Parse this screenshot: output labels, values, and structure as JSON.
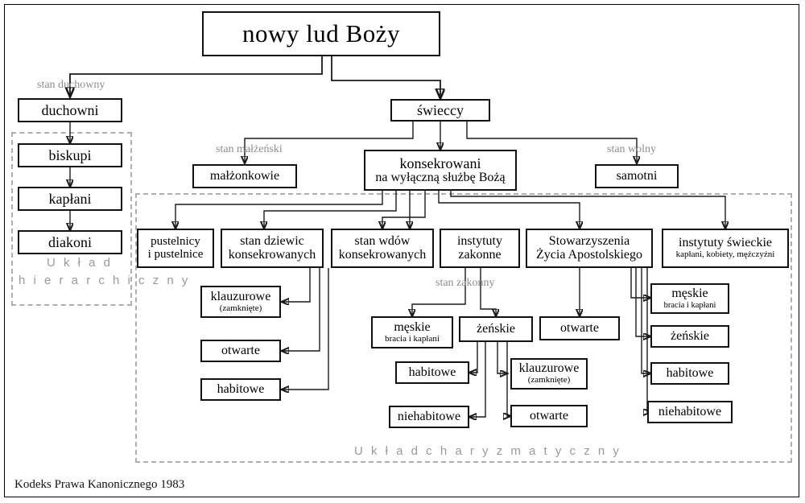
{
  "diagram": {
    "title": "nowy lud Boży",
    "footer": "Kodeks Prawa Kanonicznego 1983",
    "zones": [
      {
        "id": "hierarchiczny",
        "label_line1": "U k ł a d",
        "label_line2": "h i e r a r c h i c z n y"
      },
      {
        "id": "charyzmatyczny",
        "label": "U k ł a d   c h a r y z m a t y c z n y"
      }
    ],
    "edge_labels": [
      {
        "id": "stan-duchowny",
        "text": "stan duchowny"
      },
      {
        "id": "stan-malzenski",
        "text": "stan małżeński"
      },
      {
        "id": "stan-wolny",
        "text": "stan wolny"
      },
      {
        "id": "stan-zakonny",
        "text": "stan zakonny"
      }
    ],
    "nodes": {
      "root": {
        "line1": "nowy lud Boży"
      },
      "duchowni": {
        "line1": "duchowni"
      },
      "biskupi": {
        "line1": "biskupi"
      },
      "kaplani": {
        "line1": "kapłani"
      },
      "diakoni": {
        "line1": "diakoni"
      },
      "swieccy": {
        "line1": "świeccy"
      },
      "malzonkowie": {
        "line1": "małżonkowie"
      },
      "konsekrowani": {
        "line1": "konsekrowani",
        "line2": "na wyłączną służbę Bożą"
      },
      "samotni": {
        "line1": "samotni"
      },
      "pustelnicy": {
        "line1": "pustelnicy",
        "line2": "i pustelnice"
      },
      "dziewice": {
        "line1": "stan dziewic",
        "line2": "konsekrowanych"
      },
      "wdowy": {
        "line1": "stan wdów",
        "line2": "konsekrowanych"
      },
      "instytuty_zakonne": {
        "line1": "instytuty",
        "line2": "zakonne"
      },
      "stowarzyszenia": {
        "line1": "Stowarzyszenia",
        "line2": "Życia Apostolskiego"
      },
      "instytuty_swieckie": {
        "line1": "instytuty świeckie",
        "line2": "kapłani, kobiety, mężczyźni"
      },
      "dz_klauzurowe": {
        "line1": "klauzurowe",
        "line2": "(zamknięte)"
      },
      "dz_otwarte": {
        "line1": "otwarte"
      },
      "dz_habitowe": {
        "line1": "habitowe"
      },
      "iz_meskie": {
        "line1": "męskie",
        "line2": "bracia i kapłani"
      },
      "iz_zenskie": {
        "line1": "żeńskie"
      },
      "iz_habitowe": {
        "line1": "habitowe"
      },
      "iz_niehabitowe": {
        "line1": "niehabitowe"
      },
      "iz_klauzurowe": {
        "line1": "klauzurowe",
        "line2": "(zamknięte)"
      },
      "iz_otwarte": {
        "line1": "otwarte"
      },
      "st_otwarte": {
        "line1": "otwarte"
      },
      "is_meskie": {
        "line1": "męskie",
        "line2": "bracia i kapłani"
      },
      "is_zenskie": {
        "line1": "żeńskie"
      },
      "is_habitowe": {
        "line1": "habitowe"
      },
      "is_niehabitowe": {
        "line1": "niehabitowe"
      }
    }
  },
  "chart_data": {
    "type": "diagram",
    "title": "nowy lud Boży",
    "subtitle": "Kodeks Prawa Kanonicznego 1983",
    "edges": [
      {
        "from": "root",
        "to": "duchowni",
        "label": "stan duchowny"
      },
      {
        "from": "root",
        "to": "swieccy",
        "label": ""
      },
      {
        "from": "duchowni",
        "to": "biskupi",
        "label": ""
      },
      {
        "from": "biskupi",
        "to": "kaplani",
        "label": ""
      },
      {
        "from": "kaplani",
        "to": "diakoni",
        "label": ""
      },
      {
        "from": "swieccy",
        "to": "malzonkowie",
        "label": "stan małżeński"
      },
      {
        "from": "swieccy",
        "to": "konsekrowani",
        "label": ""
      },
      {
        "from": "swieccy",
        "to": "samotni",
        "label": "stan wolny"
      },
      {
        "from": "konsekrowani",
        "to": "pustelnicy",
        "label": ""
      },
      {
        "from": "konsekrowani",
        "to": "dziewice",
        "label": ""
      },
      {
        "from": "konsekrowani",
        "to": "wdowy",
        "label": ""
      },
      {
        "from": "konsekrowani",
        "to": "instytuty_zakonne",
        "label": ""
      },
      {
        "from": "konsekrowani",
        "to": "stowarzyszenia",
        "label": ""
      },
      {
        "from": "konsekrowani",
        "to": "instytuty_swieckie",
        "label": ""
      },
      {
        "from": "dziewice",
        "to": "dz_klauzurowe",
        "label": ""
      },
      {
        "from": "dziewice",
        "to": "dz_otwarte",
        "label": ""
      },
      {
        "from": "dziewice",
        "to": "dz_habitowe",
        "label": ""
      },
      {
        "from": "instytuty_zakonne",
        "to": "iz_meskie",
        "label": "stan zakonny"
      },
      {
        "from": "instytuty_zakonne",
        "to": "iz_zenskie",
        "label": ""
      },
      {
        "from": "iz_zenskie",
        "to": "iz_habitowe",
        "label": ""
      },
      {
        "from": "iz_zenskie",
        "to": "iz_klauzurowe",
        "label": ""
      },
      {
        "from": "iz_zenskie",
        "to": "iz_niehabitowe",
        "label": ""
      },
      {
        "from": "iz_zenskie",
        "to": "iz_otwarte",
        "label": ""
      },
      {
        "from": "stowarzyszenia",
        "to": "st_otwarte",
        "label": ""
      },
      {
        "from": "stowarzyszenia",
        "to": "is_meskie",
        "label": ""
      },
      {
        "from": "stowarzyszenia",
        "to": "is_zenskie",
        "label": ""
      },
      {
        "from": "stowarzyszenia",
        "to": "is_habitowe",
        "label": ""
      },
      {
        "from": "stowarzyszenia",
        "to": "is_niehabitowe",
        "label": ""
      }
    ]
  }
}
